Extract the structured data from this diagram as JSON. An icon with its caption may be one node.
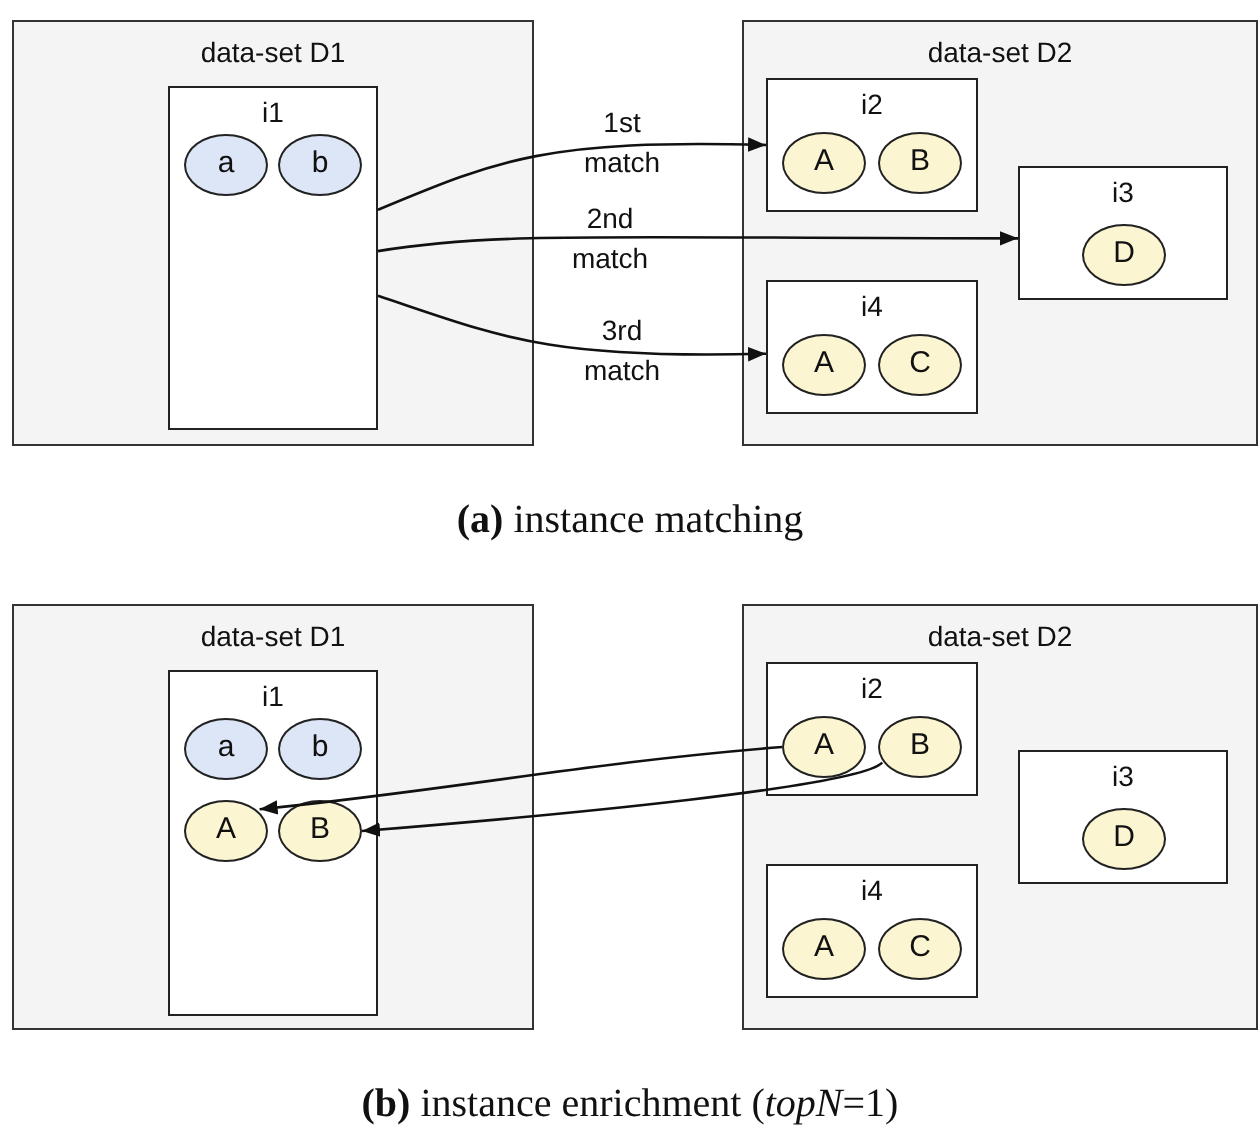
{
  "diagram": {
    "nodes": [
      {
        "text": [
          "data-set D1"
        ]
      },
      {
        "text": [
          "i1"
        ],
        "in": 0
      },
      {
        "text": [
          "a"
        ],
        "in": 1
      },
      {
        "text": [
          "b"
        ],
        "in": 1
      },
      {
        "text": [
          "data-set D2"
        ]
      },
      {
        "text": [
          "i2"
        ],
        "in": 4
      },
      {
        "text": [
          "A"
        ],
        "in": 5
      },
      {
        "text": [
          "B"
        ],
        "in": 5
      },
      {
        "text": [
          "i3"
        ],
        "in": 4
      },
      {
        "text": [
          "D"
        ],
        "in": 8
      },
      {
        "text": [
          "i4"
        ],
        "in": 4
      },
      {
        "text": [
          "A"
        ],
        "in": 10
      },
      {
        "text": [
          "C"
        ],
        "in": 10
      },
      {
        "text": [
          "data-set D1"
        ]
      },
      {
        "text": [
          "i1"
        ],
        "in": 13
      },
      {
        "text": [
          "a"
        ],
        "in": 14
      },
      {
        "text": [
          "b"
        ],
        "in": 14
      },
      {
        "text": [
          "A"
        ],
        "in": 14
      },
      {
        "text": [
          "B"
        ],
        "in": 14
      },
      {
        "text": [
          "data-set D2"
        ]
      },
      {
        "text": [
          "i2"
        ],
        "in": 19
      },
      {
        "text": [
          "A"
        ],
        "in": 20
      },
      {
        "text": [
          "B"
        ],
        "in": 20
      },
      {
        "text": [
          "i3"
        ],
        "in": 19
      },
      {
        "text": [
          "D"
        ],
        "in": 23
      },
      {
        "text": [
          "i4"
        ],
        "in": 19
      },
      {
        "text": [
          "A"
        ],
        "in": 25
      },
      {
        "text": [
          "C"
        ],
        "in": 25
      }
    ],
    "edges": [
      {
        "from": 1,
        "to": 5,
        "arrow": "to",
        "label": "1st match"
      },
      {
        "from": 1,
        "to": 8,
        "arrow": "to",
        "label": "2nd match"
      },
      {
        "from": 1,
        "to": 10,
        "arrow": "to",
        "label": "3rd match"
      },
      {
        "from": 21,
        "to": 17,
        "arrow": "to"
      },
      {
        "from": 22,
        "to": 18,
        "arrow": "to"
      }
    ],
    "labels": [
      "**(a)** instance matching",
      "**(b)** instance enrichment (*topN*=1)"
    ]
  }
}
